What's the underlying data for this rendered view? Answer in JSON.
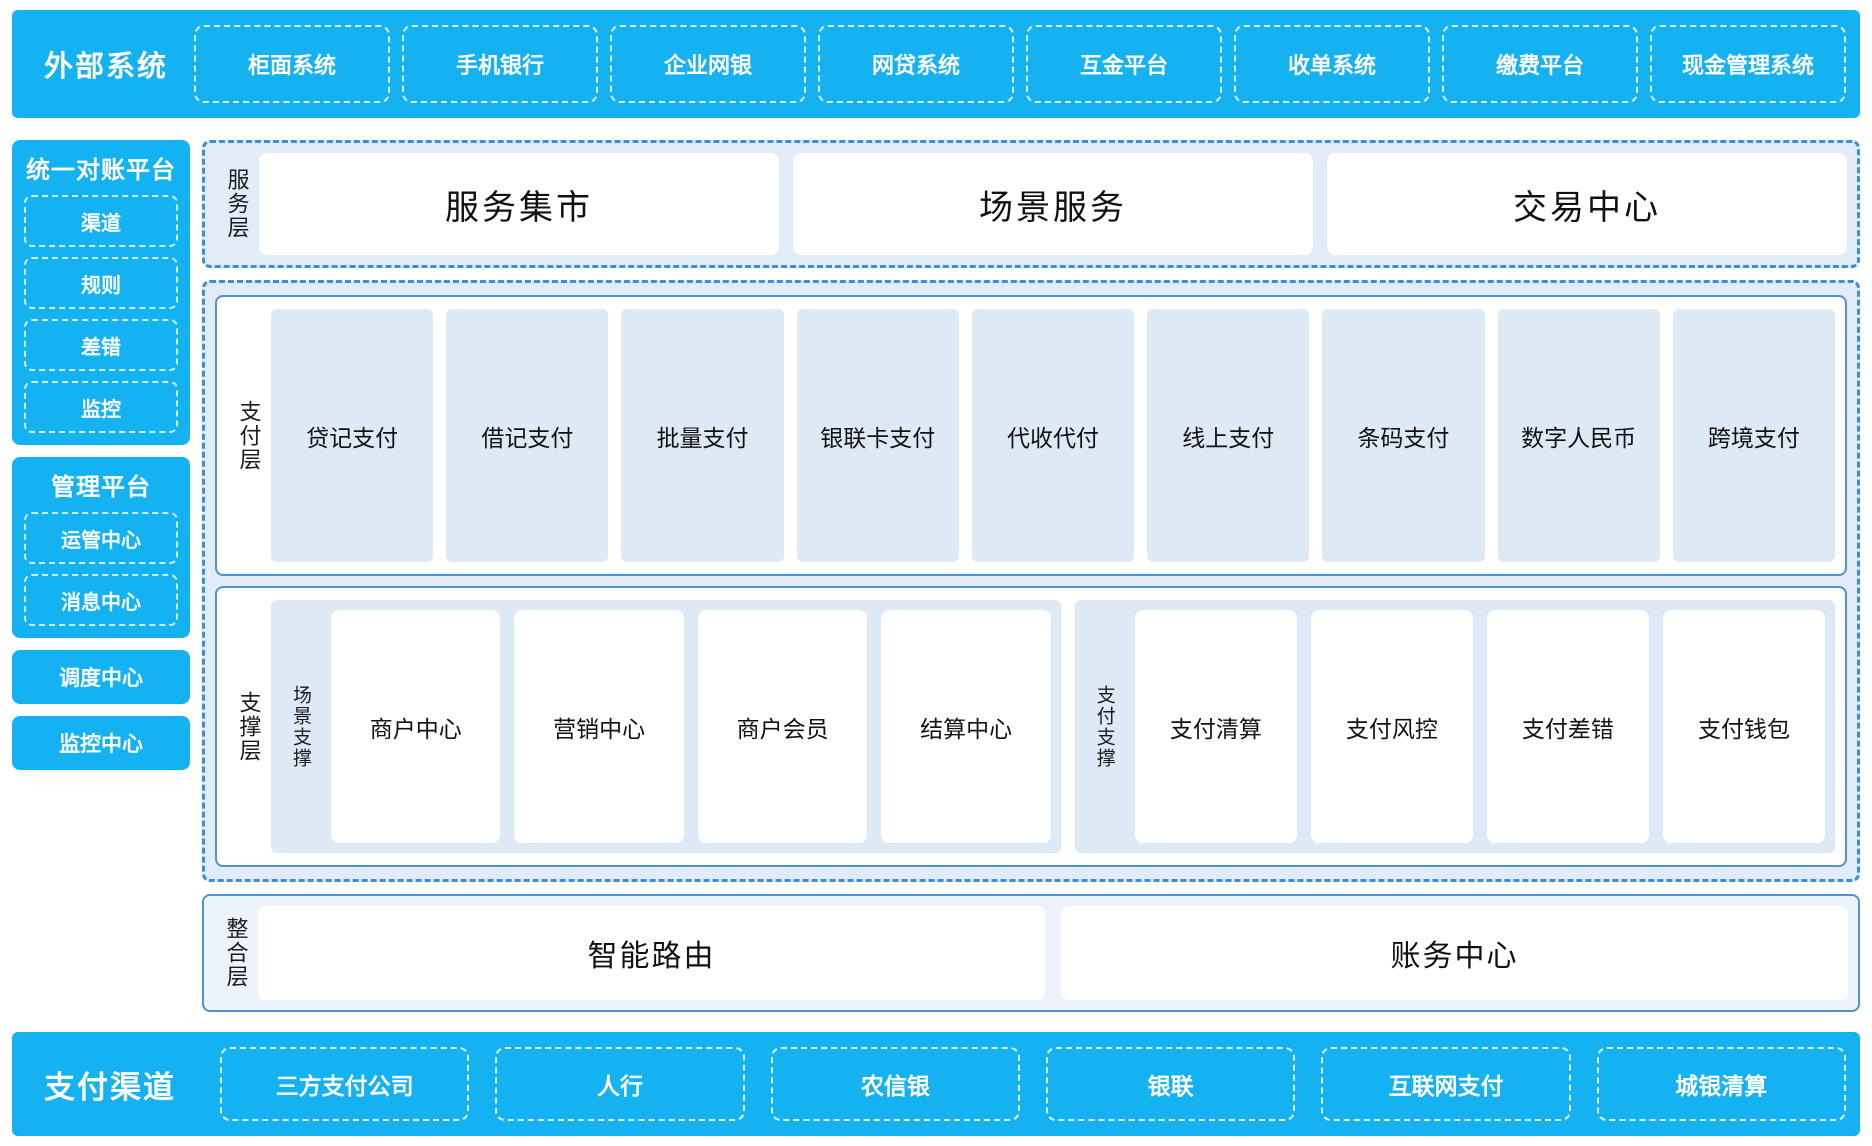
{
  "external": {
    "title": "外部系统",
    "items": [
      "柜面系统",
      "手机银行",
      "企业网银",
      "网贷系统",
      "互金平台",
      "收单系统",
      "缴费平台",
      "现金管理系统"
    ]
  },
  "left_panels": {
    "reconciliation": {
      "title": "统一对账平台",
      "items": [
        "渠道",
        "规则",
        "差错",
        "监控"
      ]
    },
    "management": {
      "title": "管理平台",
      "items": [
        "运管中心",
        "消息中心"
      ]
    },
    "standalone": [
      "调度中心",
      "监控中心"
    ]
  },
  "service_layer": {
    "label": "服务层",
    "cards": [
      "服务集市",
      "场景服务",
      "交易中心"
    ]
  },
  "payment_layer": {
    "label": "支付层",
    "cards": [
      "贷记支付",
      "借记支付",
      "批量支付",
      "银联卡支付",
      "代收代付",
      "线上支付",
      "条码支付",
      "数字人民币",
      "跨境支付"
    ]
  },
  "support_layer": {
    "label": "支撑层",
    "groups": [
      {
        "label": "场景支撑",
        "cards": [
          "商户中心",
          "营销中心",
          "商户会员",
          "结算中心"
        ]
      },
      {
        "label": "支付支撑",
        "cards": [
          "支付清算",
          "支付风控",
          "支付差错",
          "支付钱包"
        ]
      }
    ]
  },
  "integration_layer": {
    "label": "整合层",
    "cards": [
      "智能路由",
      "账务中心"
    ]
  },
  "channels": {
    "title": "支付渠道",
    "items": [
      "三方支付公司",
      "人行",
      "农信银",
      "银联",
      "互联网支付",
      "城银清算"
    ]
  },
  "colors": {
    "brand_blue": "#14B2F0",
    "dashed_border": "#3B8FD6",
    "panel_bg": "#E2ECF8",
    "card_bg": "#DEE9F6",
    "solid_border": "#5093CE"
  }
}
